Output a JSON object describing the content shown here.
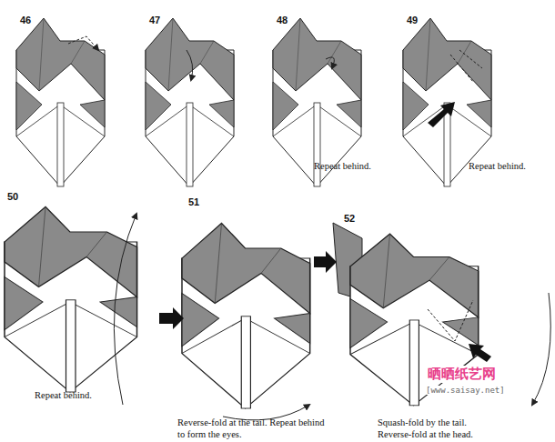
{
  "diagram": {
    "labels": [
      "46",
      "47",
      "48",
      "49",
      "Repeat behind.",
      "Repeat behind.",
      "50",
      "Repeat behind.",
      "51",
      "Reverse-fold at the tail. Repeat behind to form the eyes.",
      "52",
      "Squash-fold by the tail. Reverse-fold at the head.",
      "晒晒纸艺网",
      "[www.saisay.net]"
    ]
  }
}
